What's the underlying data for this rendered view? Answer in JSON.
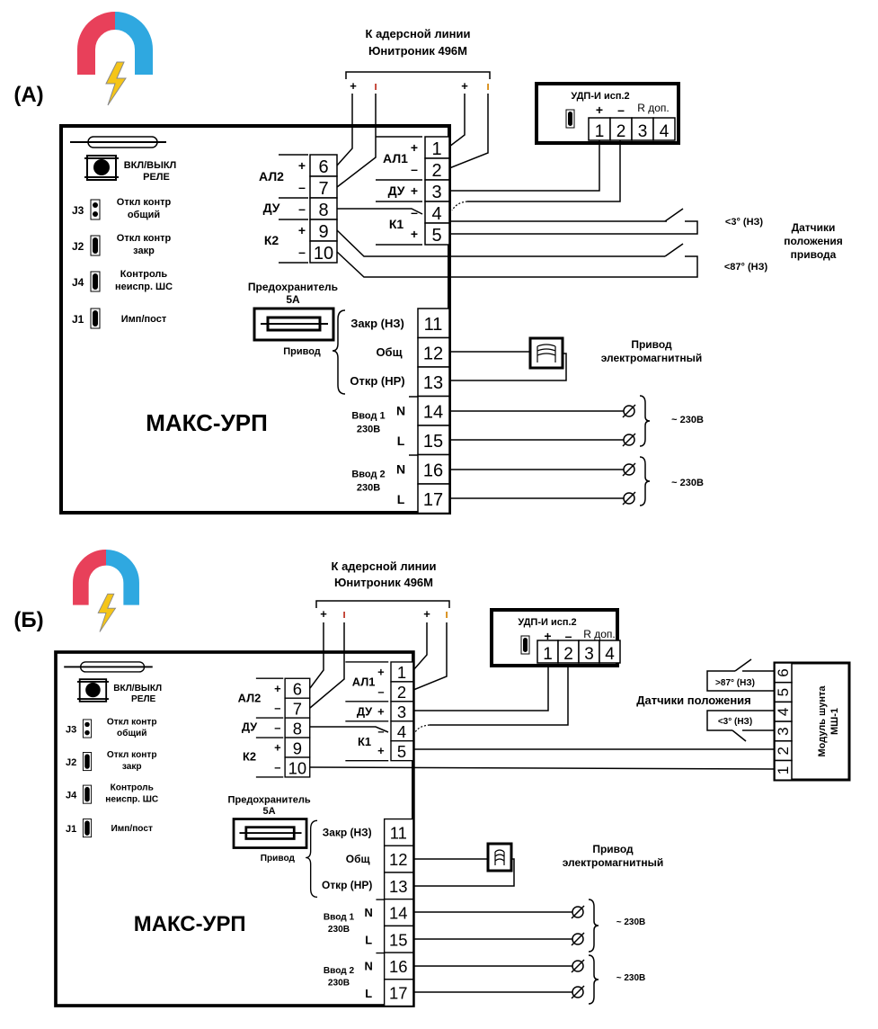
{
  "colors": {
    "logo_red": "#e8405a",
    "logo_blue": "#2fa8e0",
    "bolt": "#f5c518",
    "line_minus_a": "#c0392b",
    "line_minus_b": "#d68910"
  },
  "device": {
    "name": "МАКС-УРП",
    "button_label": [
      "ВКЛ/ВЫКЛ",
      "РЕЛЕ"
    ],
    "jumpers": [
      {
        "id": "J3",
        "label": [
          "Откл контр",
          "общий"
        ],
        "state": "open"
      },
      {
        "id": "J2",
        "label": [
          "Откл контр",
          "закр"
        ],
        "state": "closed"
      },
      {
        "id": "J4",
        "label": [
          "Контроль",
          "неиспр. ШС"
        ],
        "state": "closed"
      },
      {
        "id": "J1",
        "label": [
          "Имп/пост"
        ],
        "state": "closed"
      }
    ],
    "fuse_label": [
      "Предохранитель",
      "5А"
    ],
    "drive_label": "Привод",
    "left_block": {
      "numbers": [
        "6",
        "7",
        "8",
        "9",
        "10"
      ],
      "signs": [
        "+",
        "–",
        "–",
        "+",
        "–"
      ],
      "groups": [
        "АЛ2",
        "ДУ",
        "К2"
      ]
    },
    "right_block": {
      "numbers": [
        "1",
        "2",
        "3",
        "4",
        "5"
      ],
      "signs": [
        "+",
        "–",
        "+",
        "–",
        "+"
      ],
      "groups": [
        "АЛ1",
        "ДУ",
        "К1"
      ]
    },
    "output_block": {
      "numbers": [
        "11",
        "12",
        "13",
        "14",
        "15",
        "16",
        "17"
      ],
      "relay_labels": [
        "Закр (НЗ)",
        "Общ",
        "Откр (НР)"
      ],
      "inputs": [
        {
          "label": [
            "Ввод 1",
            "230В"
          ],
          "lines": [
            "N",
            "L"
          ]
        },
        {
          "label": [
            "Ввод 2",
            "230В"
          ],
          "lines": [
            "N",
            "L"
          ]
        }
      ]
    }
  },
  "panels": {
    "a": {
      "label": "(А)",
      "line_caption": [
        "К адерсной линии",
        "Юнитроник 496М"
      ],
      "line_terminals": [
        "+",
        "ı",
        "+",
        "ı"
      ],
      "udp": {
        "title": "УДП-И исп.2",
        "signs": [
          "+",
          "–"
        ],
        "extra": "R доп.",
        "numbers": [
          "1",
          "2",
          "3",
          "4"
        ]
      },
      "sensors": {
        "low": "<3° (НЗ)",
        "high": "<87° (НЗ)",
        "caption": [
          "Датчики",
          "положения",
          "привода"
        ]
      },
      "drive": [
        "Привод",
        "электромагнитный"
      ],
      "supply": [
        "~ 230В",
        "~ 230В"
      ]
    },
    "b": {
      "label": "(Б)",
      "line_caption": [
        "К адерсной линии",
        "Юнитроник 496М"
      ],
      "line_terminals": [
        "+",
        "ı",
        "+",
        "ı"
      ],
      "udp": {
        "title": "УДП-И исп.2",
        "signs": [
          "+",
          "–"
        ],
        "extra": "R доп.",
        "numbers": [
          "1",
          "2",
          "3",
          "4"
        ]
      },
      "sensors": {
        "high": ">87° (НЗ)",
        "low": "<3° (НЗ)",
        "caption": "Датчики положения"
      },
      "shunt": {
        "title": [
          "Модуль шунта",
          "МШ-1"
        ],
        "numbers": [
          "6",
          "5",
          "4",
          "3",
          "2",
          "1"
        ]
      },
      "drive": [
        "Привод",
        "электромагнитный"
      ],
      "supply": [
        "~ 230В",
        "~ 230В"
      ]
    }
  }
}
